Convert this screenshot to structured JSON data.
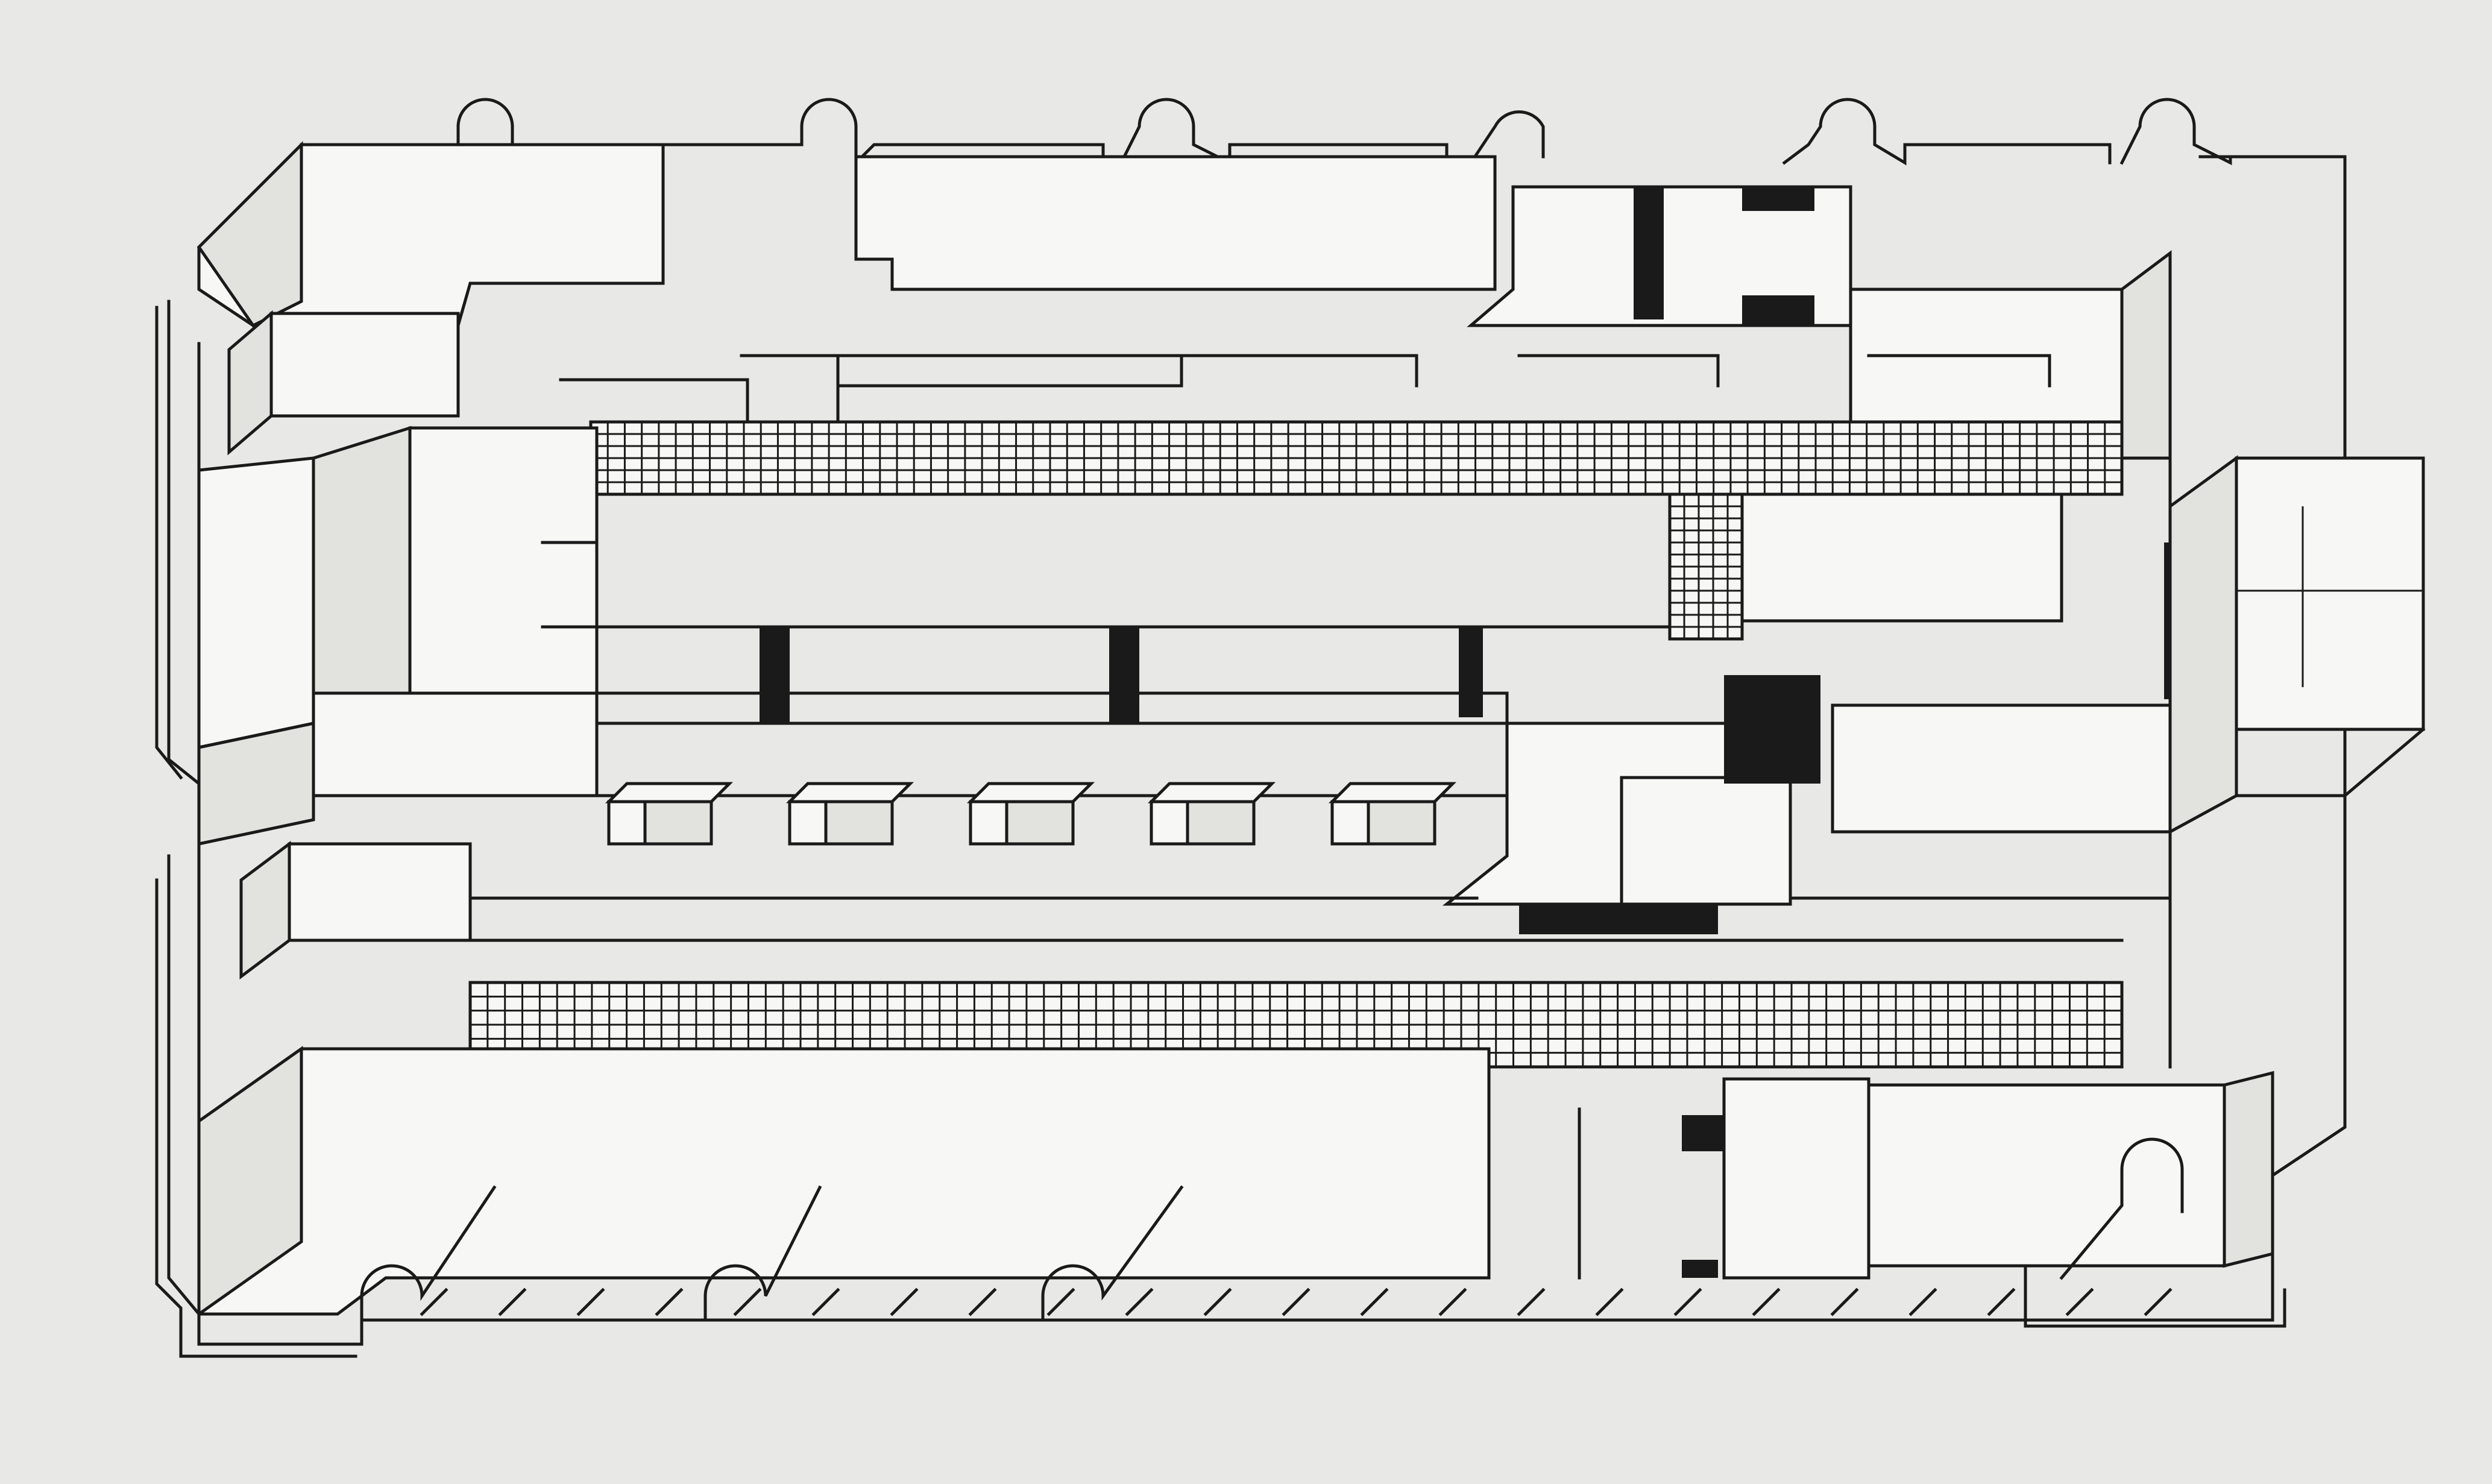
{
  "drawing": {
    "kind": "axonometric building plan",
    "style": "black line drawing on light grey paper",
    "colors": {
      "paper": "#e8e8e6",
      "ink": "#1a1a1a",
      "face": "#f7f7f5",
      "shade": "#e2e2de"
    },
    "upper_corridor": {
      "cols": 90,
      "rows": 6
    },
    "lower_corridor": {
      "cols": 95,
      "rows": 6
    },
    "cross_corridor": {
      "cols": 5,
      "rows": 12
    },
    "middle_bays": 5,
    "stair_cores": 3,
    "parking_stalls": 23
  }
}
